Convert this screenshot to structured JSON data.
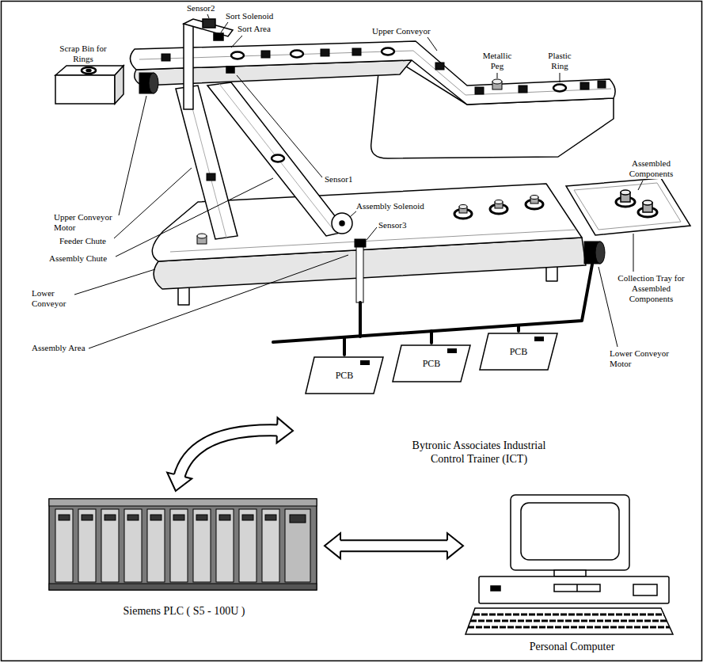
{
  "diagram": {
    "nodes": [
      {
        "text": [
          "Bytronic Associates Industrial Control Trainer (ICT)"
        ]
      },
      {
        "text": [
          "PCB"
        ],
        "in": 0
      },
      {
        "text": [
          "PCB"
        ],
        "in": 0
      },
      {
        "text": [
          "PCB"
        ],
        "in": 0
      },
      {
        "text": [
          "Siemens PLC ( S5 - 100U )"
        ]
      },
      {
        "text": [
          "Personal Computer"
        ]
      }
    ],
    "edges": [
      {
        "from": 0,
        "to": 4,
        "arrow": "both"
      },
      {
        "from": 4,
        "to": 5,
        "arrow": "both"
      }
    ],
    "labels": [
      "Sensor2",
      "Sort Solenoid",
      "Sort Area",
      "Upper Conveyor",
      "Metallic Peg",
      "Plastic Ring",
      "Scrap Bin for Rings",
      "Sensor1",
      "Assembled Components",
      "Upper Conveyor Motor",
      "Feeder Chute",
      "Assembly Solenoid",
      "Assembly Chute",
      "Sensor3",
      "Lower Conveyor",
      "Collection Tray for Assembled Components",
      "Assembly Area",
      "Lower Conveyor Motor"
    ]
  }
}
